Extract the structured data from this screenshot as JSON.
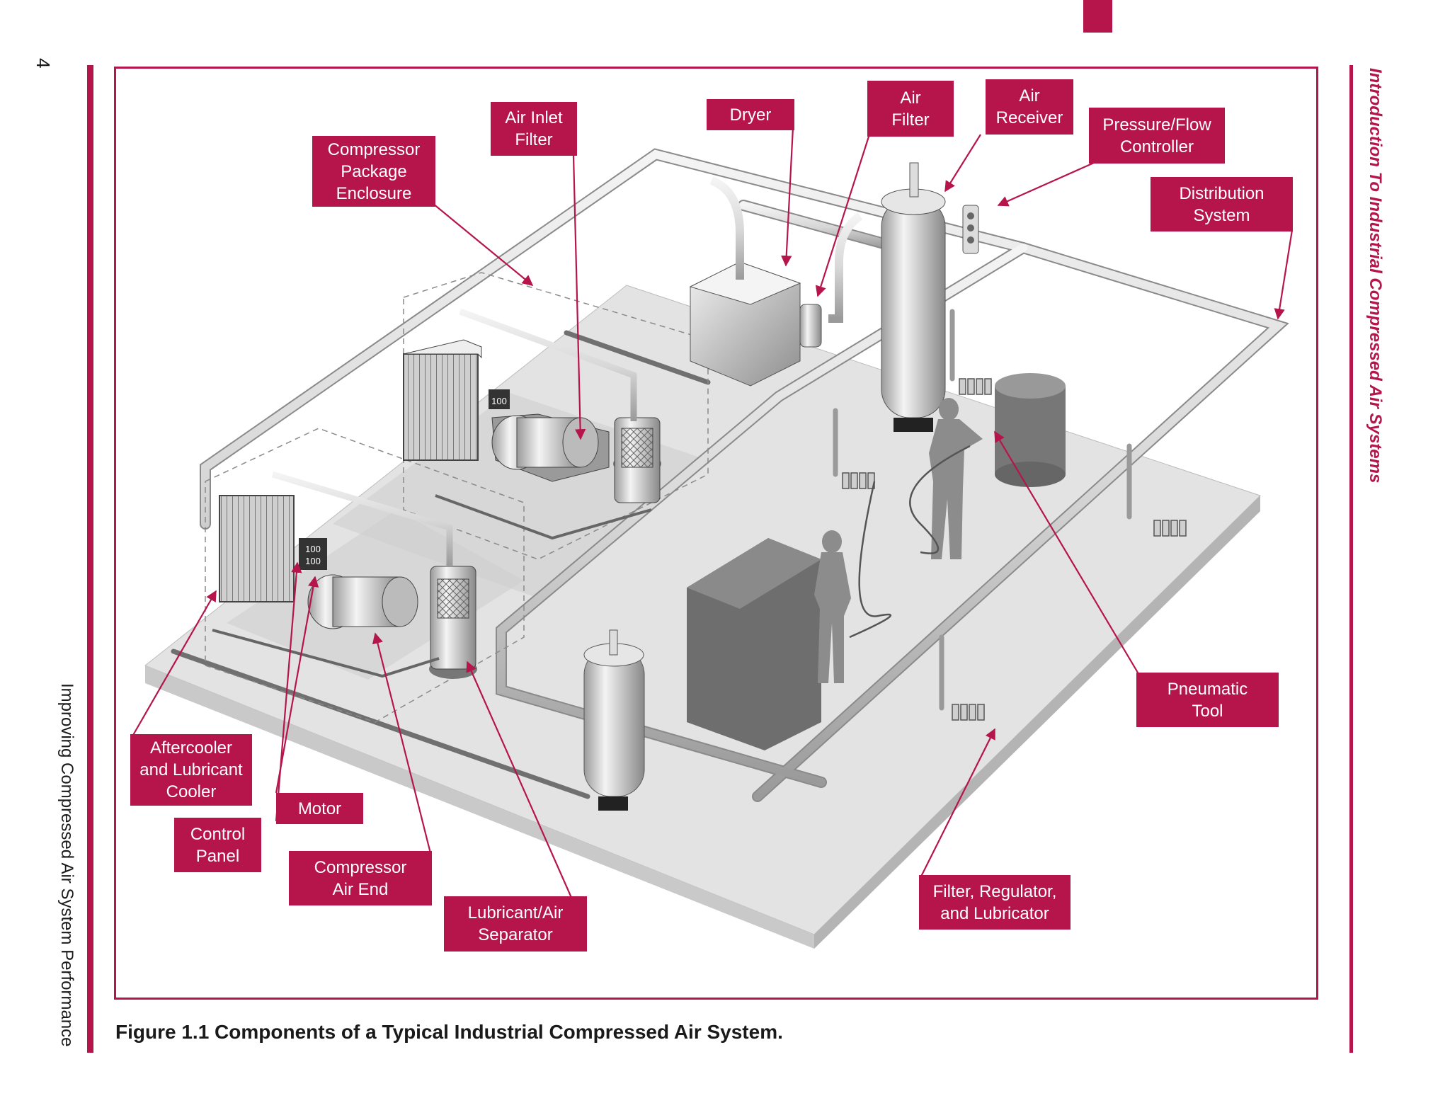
{
  "page": {
    "number": "4",
    "left_running_head": "Improving Compressed Air System Performance",
    "right_running_head": "Introduction To Industrial Compressed Air Systems"
  },
  "figure": {
    "caption": "Figure 1.1  Components of a Typical Industrial Compressed Air System.",
    "gauge_text": "100",
    "accent_color": "#b5154b",
    "labels": {
      "compressor_package_enclosure": "Compressor\nPackage\nEnclosure",
      "air_inlet_filter": "Air Inlet\nFilter",
      "dryer": "Dryer",
      "air_filter": "Air\nFilter",
      "air_receiver": "Air\nReceiver",
      "pressure_flow_controller": "Pressure/Flow\nController",
      "distribution_system": "Distribution\nSystem",
      "pneumatic_tool": "Pneumatic\nTool",
      "aftercooler": "Aftercooler\nand Lubricant\nCooler",
      "motor": "Motor",
      "control_panel": "Control\nPanel",
      "compressor_air_end": "Compressor\nAir End",
      "lubricant_air_separator": "Lubricant/Air\nSeparator",
      "filter_regulator_lubricator": "Filter, Regulator,\nand Lubricator"
    }
  }
}
